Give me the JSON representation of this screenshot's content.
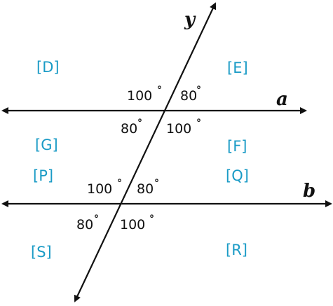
{
  "colors": {
    "line": "#111111",
    "region_label": "#1a9bc6"
  },
  "lines": {
    "a": "a",
    "b": "b",
    "y": "y"
  },
  "intersection_top": {
    "upper_left": "100",
    "upper_right": "80",
    "lower_left": "80",
    "lower_right": "100",
    "degree_symbol": "°"
  },
  "intersection_bottom": {
    "upper_left": "100",
    "upper_right": "80",
    "lower_left": "80",
    "lower_right": "100",
    "degree_symbol": "°"
  },
  "regions": {
    "D": "[D]",
    "E": "[E]",
    "G": "[G]",
    "F": "[F]",
    "P": "[P]",
    "Q": "[Q]",
    "S": "[S]",
    "R": "[R]"
  }
}
